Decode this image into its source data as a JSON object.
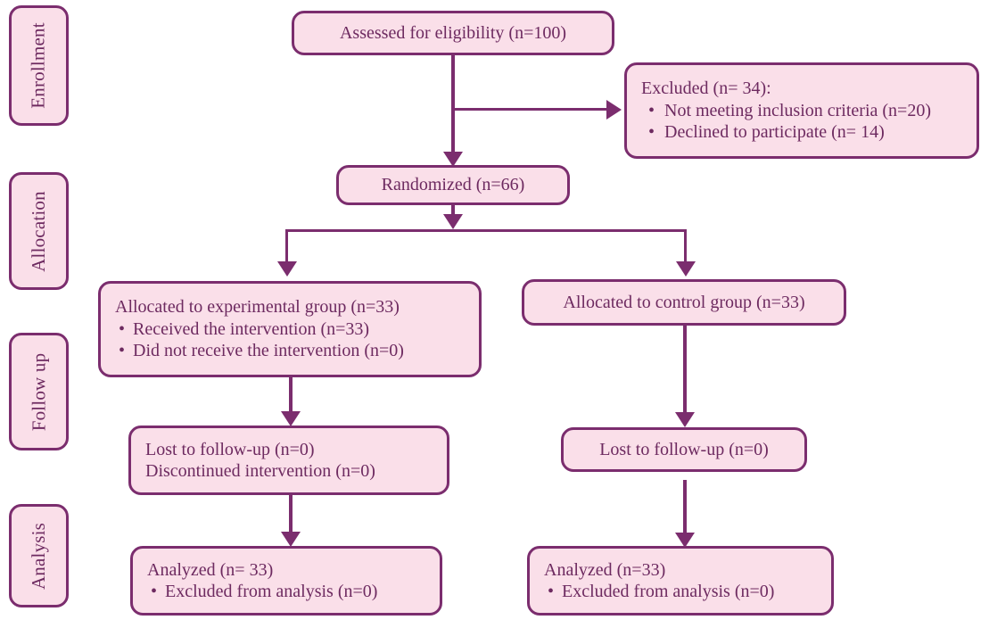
{
  "diagram": {
    "title": "CONSORT participant flow diagram",
    "colors": {
      "box_fill": "#fadfe9",
      "box_border": "#7b2d6e",
      "text": "#6d2a60",
      "connector": "#7b2d6e",
      "background": "#ffffff"
    }
  },
  "stages": [
    {
      "label": "Enrollment"
    },
    {
      "label": "Allocation"
    },
    {
      "label": "Follow up"
    },
    {
      "label": "Analysis"
    }
  ],
  "nodes": {
    "assessed": {
      "lines": [
        {
          "text": "Assessed for eligibility (n=100)",
          "bullet": false
        }
      ]
    },
    "excluded": {
      "lines": [
        {
          "text": "Excluded (n= 34):",
          "bullet": false
        },
        {
          "text": "Not meeting inclusion criteria (n=20)",
          "bullet": true
        },
        {
          "text": "Declined to participate (n= 14)",
          "bullet": true
        }
      ]
    },
    "randomized": {
      "lines": [
        {
          "text": "Randomized (n=66)",
          "bullet": false
        }
      ]
    },
    "allocated_experimental": {
      "lines": [
        {
          "text": "Allocated to experimental group (n=33)",
          "bullet": false
        },
        {
          "text": "Received the intervention (n=33)",
          "bullet": true
        },
        {
          "text": "Did not receive the intervention (n=0)",
          "bullet": true
        }
      ]
    },
    "allocated_control": {
      "lines": [
        {
          "text": "Allocated to control group (n=33)",
          "bullet": false
        }
      ]
    },
    "followup_experimental": {
      "lines": [
        {
          "text": "Lost to follow-up (n=0)",
          "bullet": false
        },
        {
          "text": "Discontinued intervention (n=0)",
          "bullet": false
        }
      ]
    },
    "followup_control": {
      "lines": [
        {
          "text": "Lost to follow-up (n=0)",
          "bullet": false
        }
      ]
    },
    "analyzed_experimental": {
      "lines": [
        {
          "text": "Analyzed (n= 33)",
          "bullet": false
        },
        {
          "text": "Excluded from analysis (n=0)",
          "bullet": true
        }
      ]
    },
    "analyzed_control": {
      "lines": [
        {
          "text": "Analyzed (n=33)",
          "bullet": false
        },
        {
          "text": "Excluded from analysis (n=0)",
          "bullet": true
        }
      ]
    }
  },
  "chart_data": {
    "type": "diagram",
    "title": "CONSORT flow diagram",
    "counts": {
      "assessed_for_eligibility": 100,
      "excluded_total": 34,
      "excluded_not_meeting_inclusion_criteria": 20,
      "excluded_declined_to_participate": 14,
      "randomized": 66,
      "allocated_experimental": 33,
      "experimental_received_intervention": 33,
      "experimental_did_not_receive_intervention": 0,
      "allocated_control": 33,
      "experimental_lost_to_follow_up": 0,
      "experimental_discontinued_intervention": 0,
      "control_lost_to_follow_up": 0,
      "analyzed_experimental": 33,
      "experimental_excluded_from_analysis": 0,
      "analyzed_control": 33,
      "control_excluded_from_analysis": 0
    }
  }
}
